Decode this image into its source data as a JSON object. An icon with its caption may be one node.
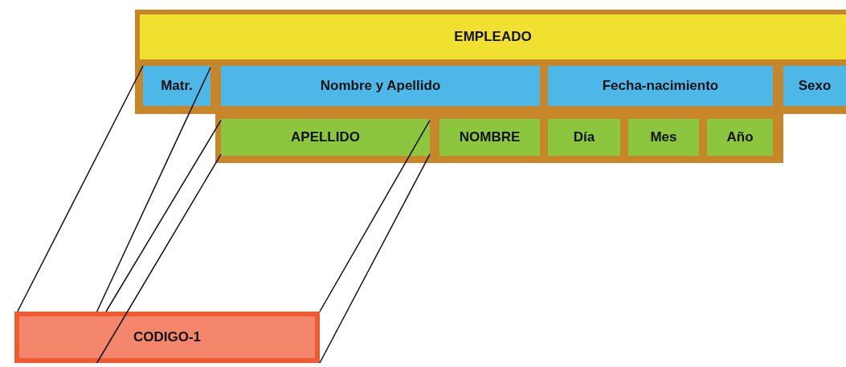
{
  "diagram": {
    "nodes": [
      {
        "text": [
          "EMPLEADO"
        ]
      },
      {
        "text": [
          "Matr."
        ],
        "in": 0
      },
      {
        "text": [
          "Nombre y Apellido"
        ],
        "in": 0
      },
      {
        "text": [
          "Fecha-nacimiento"
        ],
        "in": 0
      },
      {
        "text": [
          "Sexo"
        ],
        "in": 0
      },
      {
        "text": [
          "APELLIDO"
        ],
        "in": 0
      },
      {
        "text": [
          "NOMBRE"
        ],
        "in": 0
      },
      {
        "text": [
          "Día"
        ],
        "in": 0
      },
      {
        "text": [
          "Mes"
        ],
        "in": 0
      },
      {
        "text": [
          "Año"
        ],
        "in": 0
      },
      {
        "text": [
          "CODIGO-1"
        ]
      }
    ],
    "edges": [
      {
        "from": 1,
        "to": 10,
        "arrow": "none"
      },
      {
        "from": 1,
        "to": 10,
        "arrow": "none"
      },
      {
        "from": 5,
        "to": 10,
        "arrow": "none"
      },
      {
        "from": 5,
        "to": 10,
        "arrow": "none"
      },
      {
        "from": 5,
        "to": 10,
        "arrow": "none"
      },
      {
        "from": 5,
        "to": 10,
        "arrow": "none"
      }
    ]
  }
}
